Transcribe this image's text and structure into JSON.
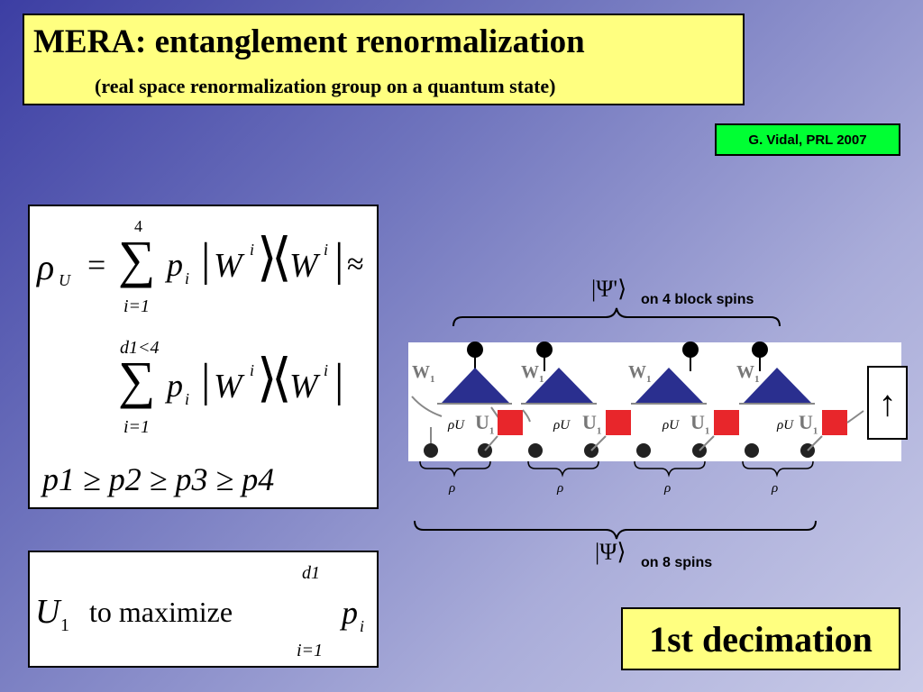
{
  "title": {
    "main": "MERA:  entanglement renormalization",
    "sub": "(real space renormalization group on a quantum state)"
  },
  "citation": "G. Vidal, PRL 2007",
  "equations": {
    "rho": "ρ",
    "rho_sub": "U",
    "equals": "=",
    "sum": "∑",
    "sum1_upper": "4",
    "sum1_lower": "i=1",
    "p": "p",
    "p_sub": "i",
    "W": "W",
    "W_sup": "i",
    "approx": "≈",
    "sum2_upper": "d1<4",
    "sum2_lower": "i=1",
    "ordering": "p1 ≥ p2 ≥ p3 ≥ p4"
  },
  "maximize": {
    "U": "U",
    "U_sub": "1",
    "text": "to  maximize",
    "sum_upper": "d1",
    "sum_lower": "i=1",
    "p": "p",
    "p_sub": "i"
  },
  "diagram": {
    "top_label": "on 4 block spins",
    "top_psi": "Ψ'",
    "bottom_label": "on 8 spins",
    "bottom_psi": "Ψ",
    "w_label": "W",
    "w_sub": "1",
    "u_label": "U",
    "u_sub": "1",
    "rho_u": "ρU",
    "rho": "ρ"
  },
  "arrow_symbol": "↑",
  "decimation": "1st decimation"
}
